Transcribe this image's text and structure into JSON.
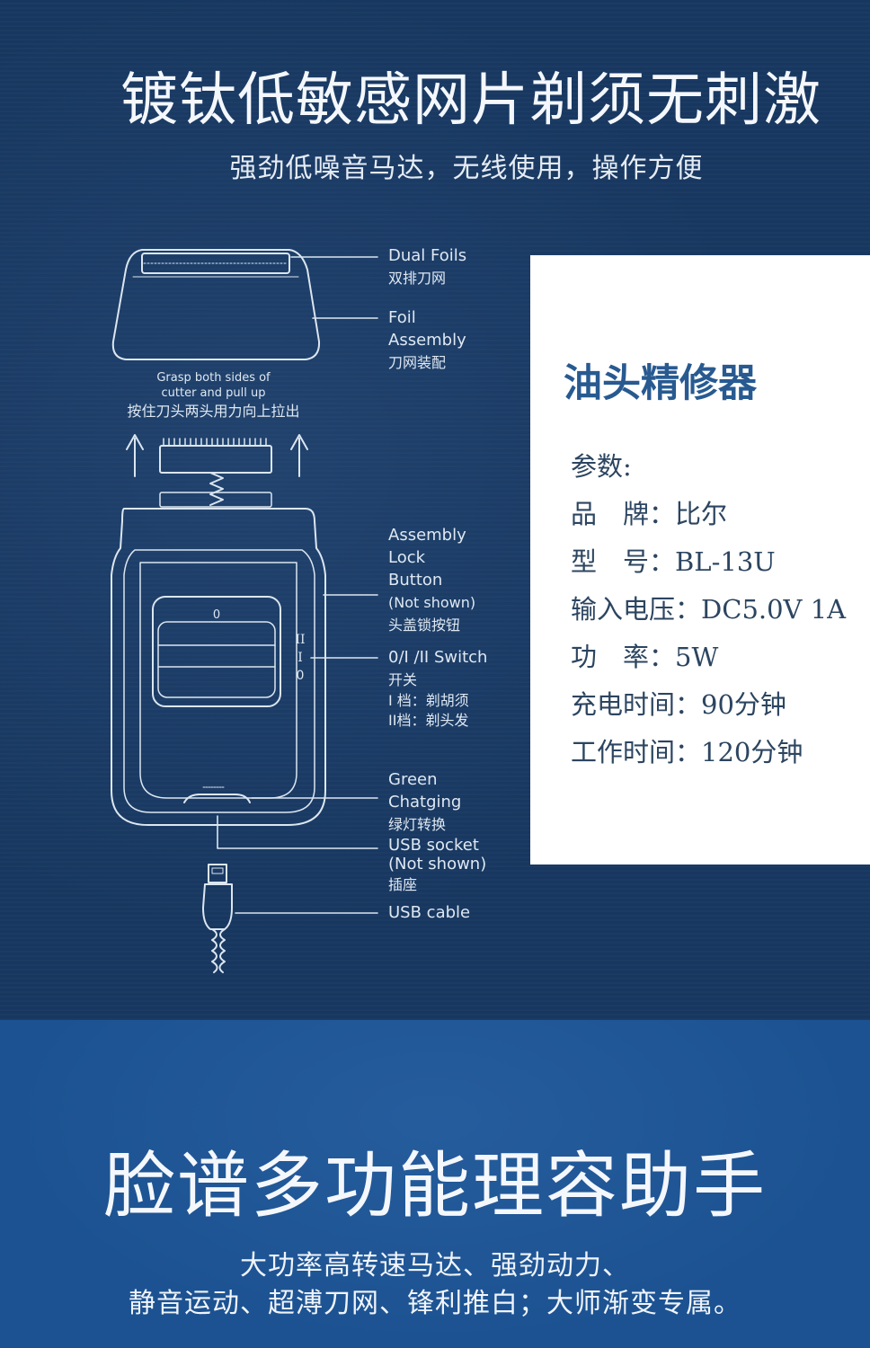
{
  "header": {
    "title": "镀钛低敏感网片剃须无刺激",
    "subtitle": "强劲低噪音马达，无线使用，操作方便"
  },
  "diagram": {
    "grasp_en_1": "Grasp both sides of",
    "grasp_en_2": "cutter and pull  up",
    "grasp_cn": "按住刀头两头用力向上拉出",
    "switch_marks": [
      "II",
      "I",
      "0"
    ],
    "callouts": {
      "dual_foils": {
        "en": "Dual Foils",
        "cn": "双排刀网"
      },
      "foil_assembly": {
        "en1": "Foil",
        "en2": "Assembly",
        "cn": "刀网装配"
      },
      "lock_button": {
        "en1": "Assembly",
        "en2": "Lock",
        "en3": "Button",
        "en4": "(Not shown)",
        "cn": "头盖锁按钮"
      },
      "switch": {
        "en": "0/I /II Switch",
        "cn": "开关",
        "cn2": "I 档：剃胡须",
        "cn3": "II档：剃头发"
      },
      "green": {
        "en1": "Green",
        "en2": "Chatging",
        "cn": "绿灯转换"
      },
      "usb_socket": {
        "en1": "USB socket",
        "en2": "(Not shown)",
        "cn": "插座"
      },
      "usb_cable": {
        "en": "USB cable"
      }
    }
  },
  "spec_panel": {
    "title": "油头精修器",
    "params_label": "参数:",
    "rows": [
      "品　牌：比尔",
      "型　号：BL-13U",
      "输入电压：DC5.0V  1A",
      "功　率：5W",
      "充电时间：90分钟",
      "工作时间：120分钟"
    ]
  },
  "footer": {
    "title": "脸谱多功能理容助手",
    "line1": "大功率高转速马达、强劲动力、",
    "line2": "静音运动、超溥刀网、锋利推白；大师渐变专属。"
  },
  "colors": {
    "top_bg": "#173760",
    "bottom_bg": "#1c5291",
    "spec_title": "#285a91",
    "spec_text": "#2c4560",
    "line_art": "#dce6f0"
  }
}
